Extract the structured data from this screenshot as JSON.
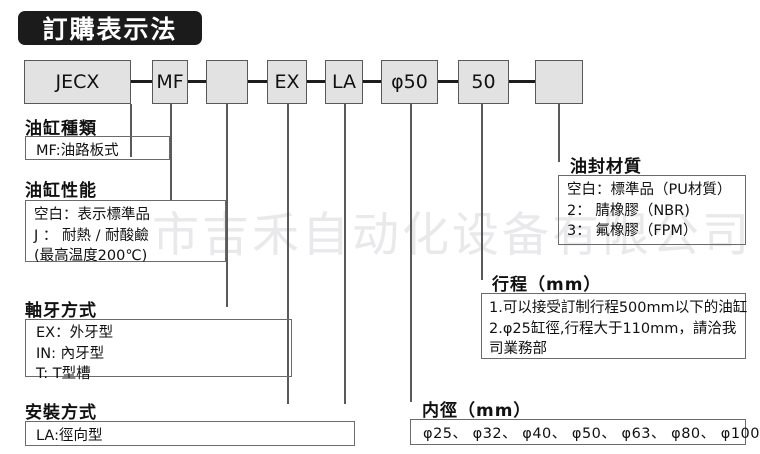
{
  "title": "訂購表示法",
  "watermark": "市吉禾自动化设备有限公司",
  "code_boxes": [
    {
      "label": "JECX"
    },
    {
      "label": "MF"
    },
    {
      "label": ""
    },
    {
      "label": "EX"
    },
    {
      "label": "LA"
    },
    {
      "label": "φ50"
    },
    {
      "label": "50"
    },
    {
      "label": ""
    }
  ],
  "sections": {
    "cylinder_type": {
      "heading": "油缸種類",
      "lines": [
        "MF:油路板式"
      ]
    },
    "cylinder_performance": {
      "heading": "油缸性能",
      "lines": [
        "空白：表示標準品",
        "  J ： 耐熱 / 耐酸鹼",
        "      (最高温度200℃)"
      ]
    },
    "thread_type": {
      "heading": "軸牙方式",
      "lines": [
        "EX：外牙型",
        "IN:  內牙型",
        "T:   T型槽"
      ]
    },
    "mounting_type": {
      "heading": "安裝方式",
      "lines": [
        "LA:徑向型"
      ]
    },
    "seal_material": {
      "heading": "油封材質",
      "lines": [
        "空白：標準品（PU材質）",
        "   2： 腈橡膠（NBR)",
        "   3： 氟橡膠（FPM）"
      ]
    },
    "stroke": {
      "heading": "行程（mm）",
      "lines": [
        "1.可以接受訂制行程500mm以下的油缸",
        "2.φ25缸徑,行程大于110mm，請洽我",
        "   司業務部"
      ]
    },
    "bore": {
      "heading": "内徑（mm）",
      "lines": [
        "φ25、 φ32、 φ40、 φ50、 φ63、 φ80、 φ100"
      ]
    }
  }
}
